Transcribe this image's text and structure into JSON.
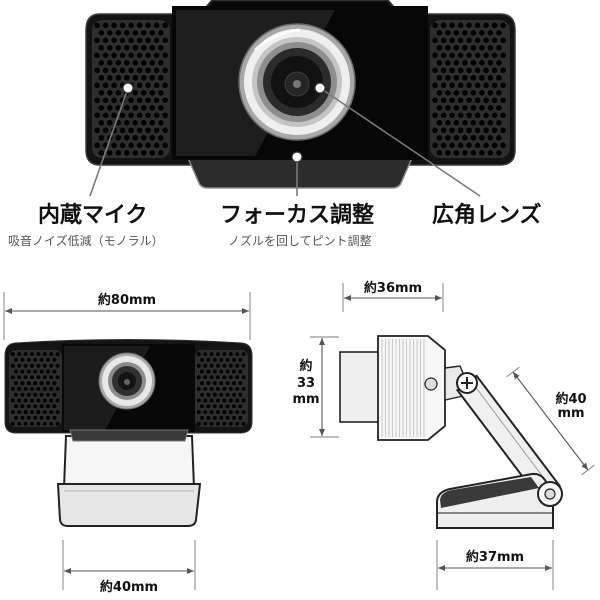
{
  "labels": {
    "mic": {
      "title": "内蔵マイク",
      "subtitle": "吸音ノイズ低減（モノラル）"
    },
    "focus": {
      "title": "フォーカス調整",
      "subtitle": "ノズルを回してピント調整"
    },
    "lens": {
      "title": "広角レンズ"
    }
  },
  "dimensions": {
    "front_width": "約80mm",
    "clip_width": "約40mm",
    "side_depth": "約36mm",
    "side_height": [
      "約",
      "33",
      "mm"
    ],
    "arm_length": [
      "約40",
      "mm"
    ],
    "base_depth": "約37mm"
  },
  "colors": {
    "background": "#ffffff",
    "camera_body": "#131313",
    "dimension_line": "#555555"
  }
}
